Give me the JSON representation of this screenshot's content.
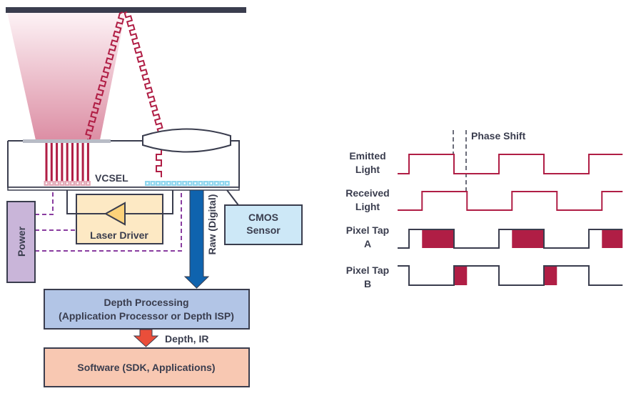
{
  "colors": {
    "dark": "#3a3d4e",
    "crimson": "#b01e45",
    "beam_top": "#fbeef2",
    "beam_bottom": "#dc8ea4",
    "plate": "#b8bcc6",
    "sensor": "#8fd6ee",
    "vcsel_pads": "#e3a9b7",
    "laser_driver_fill": "#fde9c4",
    "amp_fill": "#fcd27a",
    "power_fill": "#c9b5d9",
    "power_line": "#8a3da0",
    "cmos_fill": "#cde8f7",
    "raw_arrow": "#0f63ae",
    "depth_fill": "#b2c5e6",
    "depth_arrow": "#ea4e3a",
    "software_fill": "#f8c8b2"
  },
  "labels": {
    "vcsel": "VCSEL",
    "laser_driver": "Laser Driver",
    "power": "Power",
    "cmos_line1": "CMOS",
    "cmos_line2": "Sensor",
    "raw": "Raw (Digital)",
    "depth_line1": "Depth Processing",
    "depth_line2": "(Application Processor or Depth ISP)",
    "depth_ir": "Depth, IR",
    "software": "Software (SDK, Applications)"
  },
  "timing": {
    "phase_shift_label": "Phase Shift",
    "signals": [
      {
        "key": "emitted",
        "line1": "Emitted",
        "line2": "Light",
        "color": "crimson",
        "start_level": 0,
        "transitions": [
          0.0,
          1.0,
          2.0,
          3.0,
          4.0
        ],
        "end": 4.75
      },
      {
        "key": "received",
        "line1": "Received",
        "line2": "Light",
        "color": "crimson",
        "start_level": 0,
        "transitions": [
          0.29,
          1.29,
          2.29,
          3.29,
          4.29
        ],
        "end": 4.75
      },
      {
        "key": "tap_a",
        "line1": "Pixel Tap",
        "line2": "A",
        "color": "dark",
        "start_level": 0,
        "transitions": [
          0.0,
          1.0,
          2.0,
          3.0,
          4.0
        ],
        "end": 4.75,
        "overlap": [
          [
            0.29,
            1.0
          ],
          [
            2.29,
            3.0
          ],
          [
            4.29,
            4.75
          ]
        ]
      },
      {
        "key": "tap_b",
        "line1": "Pixel Tap",
        "line2": "B",
        "color": "dark",
        "start_level": 1,
        "transitions": [
          0.0,
          1.0,
          2.0,
          3.0,
          4.0
        ],
        "end": 4.75,
        "overlap": [
          [
            1.0,
            1.29
          ],
          [
            3.0,
            3.29
          ]
        ]
      }
    ],
    "phase_shift_fraction": 0.29,
    "period_units": 2
  }
}
